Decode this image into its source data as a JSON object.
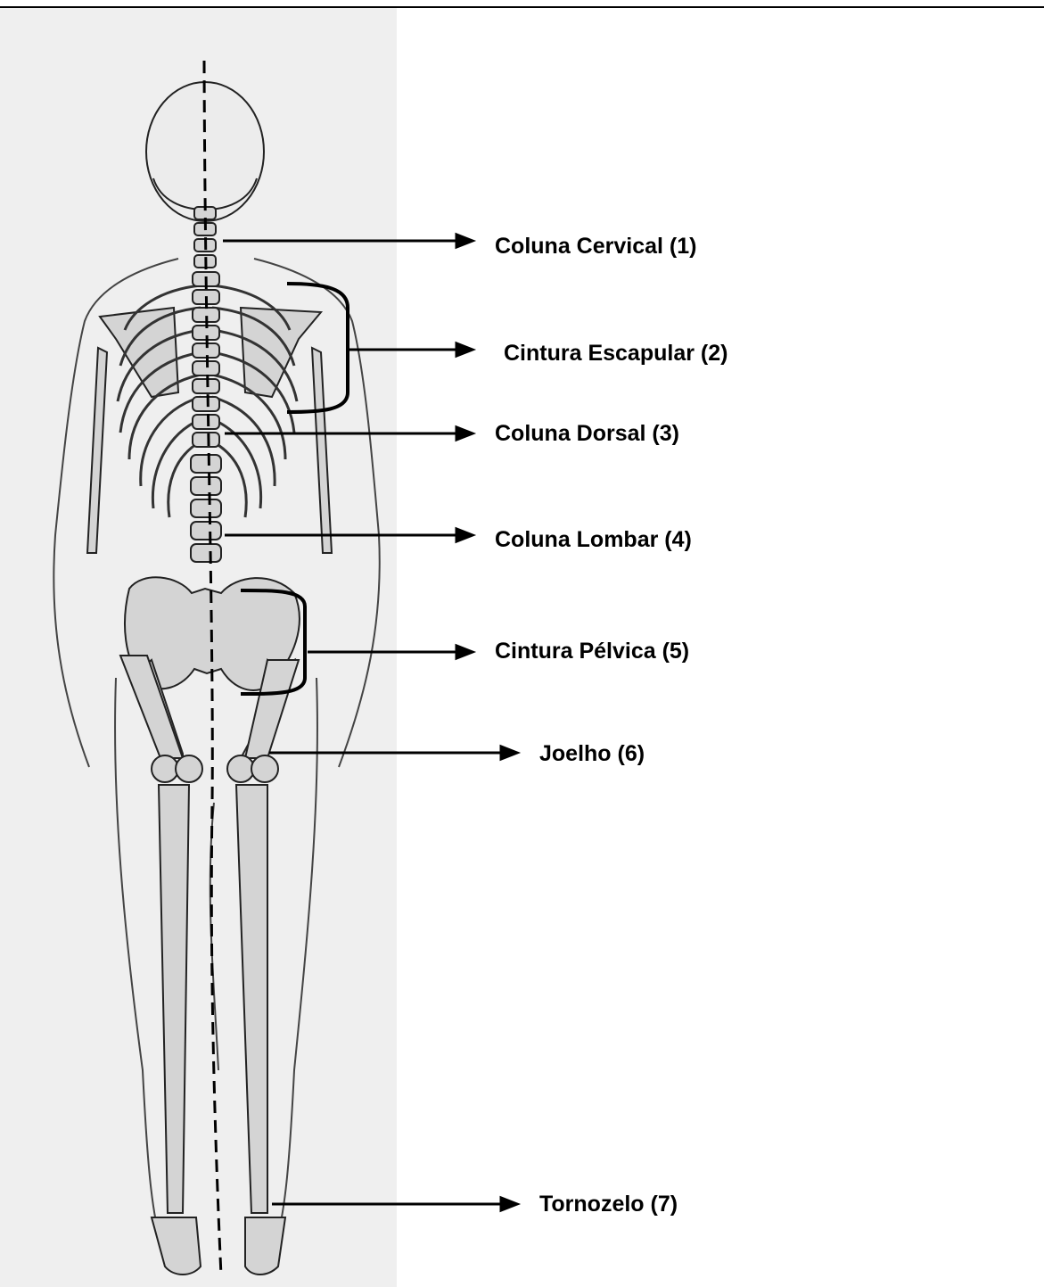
{
  "labels": {
    "cervical": "Coluna Cervical (1)",
    "escapular": "Cintura Escapular (2)",
    "dorsal": "Coluna Dorsal (3)",
    "lombar": "Coluna Lombar (4)",
    "pelvica": "Cintura Pélvica (5)",
    "joelho": "Joelho (6)",
    "tornozelo": "Tornozelo (7)"
  },
  "colors": {
    "bone_fill": "#d4d4d4",
    "panel_background": "#efefef",
    "ink": "#000000"
  }
}
